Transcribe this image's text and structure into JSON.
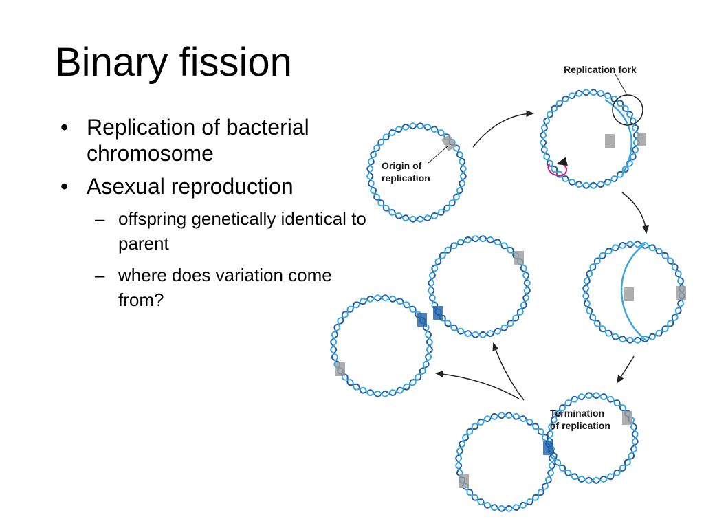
{
  "title": "Binary fission",
  "bullets": [
    {
      "mark": "•",
      "text": "Replication of bacterial chromosome"
    },
    {
      "mark": "•",
      "text": "Asexual reproduction"
    }
  ],
  "sub_bullets": [
    {
      "mark": "–",
      "text": "offspring genetically identical to parent"
    },
    {
      "mark": "–",
      "text": "where does variation come from?"
    }
  ],
  "diagram": {
    "label_replication_fork": "Replication fork",
    "label_origin_line1": "Origin of",
    "label_origin_line2": "replication",
    "label_termination_line1": "Termination",
    "label_termination_line2": "of replication",
    "colors": {
      "dna_dark": "#1f5fa8",
      "dna_light": "#3aa6e0",
      "origin_marker": "#9a9a9a",
      "primer": "#d0237a",
      "arrow": "#222222"
    }
  }
}
